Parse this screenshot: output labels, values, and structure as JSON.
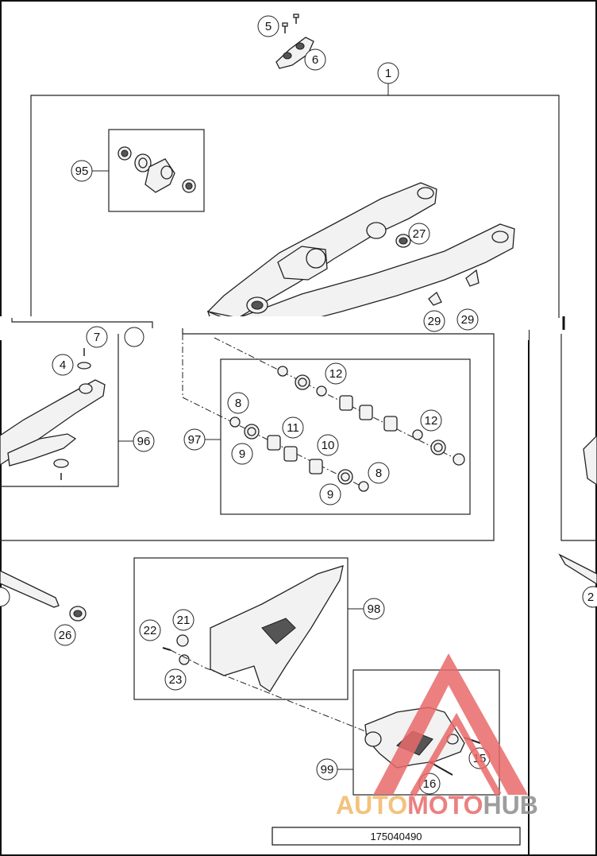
{
  "diagram": {
    "callouts": [
      "1",
      "4",
      "5",
      "6",
      "7",
      "8",
      "8",
      "9",
      "9",
      "10",
      "11",
      "12",
      "12",
      "15",
      "16",
      "21",
      "22",
      "23",
      "26",
      "27",
      "29",
      "29",
      "95",
      "96",
      "97",
      "98",
      "99",
      "2"
    ],
    "drawing_number": "175040490",
    "watermark": {
      "part1": "AUTO",
      "part2": "MOTO",
      "part3": "HUB"
    }
  }
}
